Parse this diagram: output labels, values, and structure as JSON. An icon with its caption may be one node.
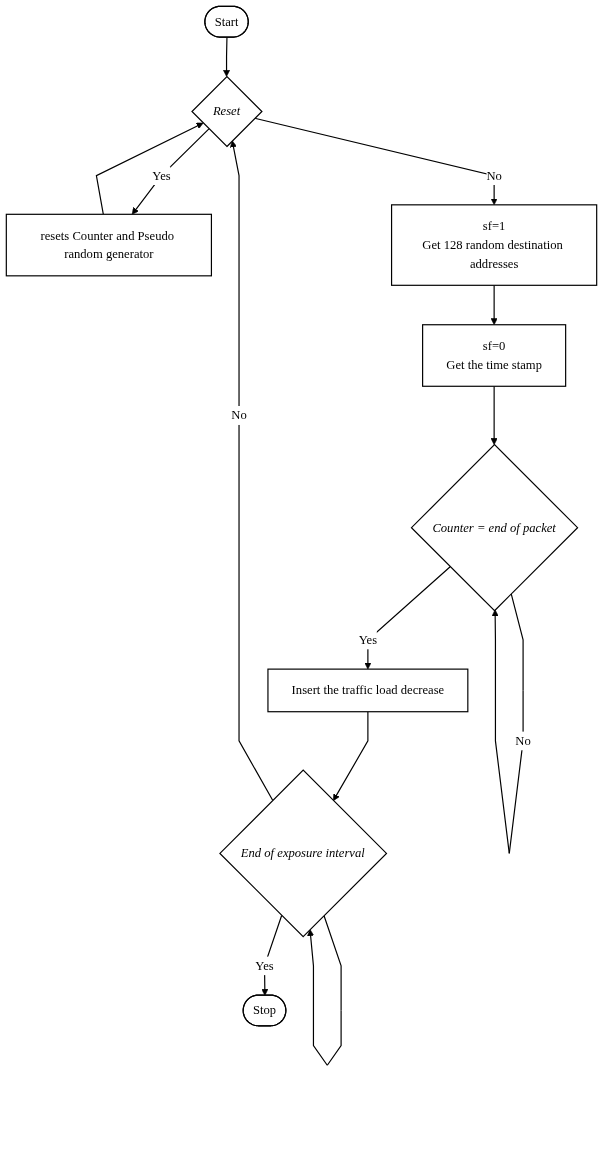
{
  "diagram": {
    "nodes": [
      {
        "text": [
          "Start"
        ]
      },
      {
        "text": [
          "Reset"
        ]
      },
      {
        "text": [
          "resets Counter and Pseudo random generator"
        ]
      },
      {
        "text": [
          "sf=1",
          "Get 128 random destination addresses"
        ]
      },
      {
        "text": [
          "sf=0",
          "Get the time stamp"
        ]
      },
      {
        "text": [
          "Counter = end of packet"
        ]
      },
      {
        "text": [
          "Insert the traffic load decrease"
        ]
      },
      {
        "text": [
          "End of exposure interval"
        ]
      },
      {
        "text": [
          "Stop"
        ]
      }
    ],
    "edges": [
      {
        "from": 0,
        "to": 1,
        "arrow": "to"
      },
      {
        "from": 1,
        "to": 2,
        "label": "Yes",
        "arrow": "to"
      },
      {
        "from": 1,
        "to": 3,
        "label": "No",
        "arrow": "to"
      },
      {
        "from": 2,
        "to": 1,
        "arrow": "to"
      },
      {
        "from": 3,
        "to": 4,
        "arrow": "to"
      },
      {
        "from": 4,
        "to": 5,
        "arrow": "to"
      },
      {
        "from": 5,
        "to": 5,
        "label": "No",
        "arrow": "to"
      },
      {
        "from": 5,
        "to": 6,
        "label": "Yes",
        "arrow": "to"
      },
      {
        "from": 6,
        "to": 7,
        "arrow": "to"
      },
      {
        "from": 7,
        "to": 7,
        "arrow": "to"
      },
      {
        "from": 7,
        "to": 1,
        "label": "No",
        "arrow": "to"
      },
      {
        "from": 7,
        "to": 8,
        "label": "Yes",
        "arrow": "to"
      }
    ]
  }
}
